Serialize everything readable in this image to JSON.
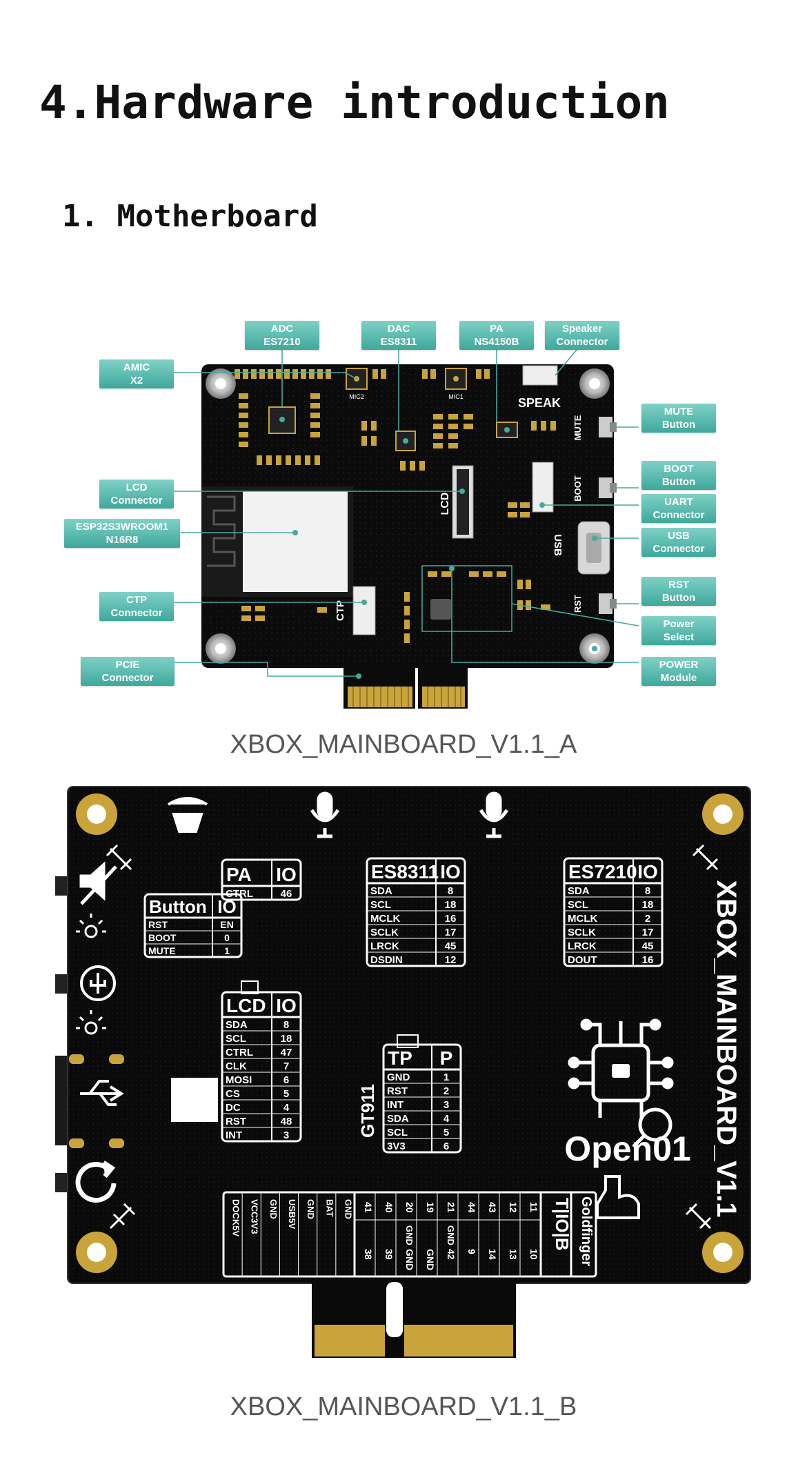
{
  "heading": "4.Hardware introduction",
  "subheading": "1. Motherboard",
  "board_a": {
    "caption": "XBOX_MAINBOARD_V1.1_A",
    "labels": [
      {
        "l1": "ADC",
        "l2": "ES7210"
      },
      {
        "l1": "DAC",
        "l2": "ES8311"
      },
      {
        "l1": "PA",
        "l2": "NS4150B"
      },
      {
        "l1": "Speaker",
        "l2": "Connector"
      },
      {
        "l1": "AMIC",
        "l2": "X2"
      },
      {
        "l1": "MUTE",
        "l2": "Button"
      },
      {
        "l1": "BOOT",
        "l2": "Button"
      },
      {
        "l1": "LCD",
        "l2": "Connector"
      },
      {
        "l1": "UART",
        "l2": "Connector"
      },
      {
        "l1": "ESP32S3WROOM1",
        "l2": "N16R8"
      },
      {
        "l1": "USB",
        "l2": "Connector"
      },
      {
        "l1": "CTP",
        "l2": "Connector"
      },
      {
        "l1": "RST",
        "l2": "Button"
      },
      {
        "l1": "Power",
        "l2": "Select"
      },
      {
        "l1": "PCIE",
        "l2": "Connector"
      },
      {
        "l1": "POWER",
        "l2": "Module"
      }
    ],
    "silk": {
      "mic2": "MIC2",
      "mic1": "MIC1",
      "speak": "SPEAK",
      "mute": "MUTE",
      "boot": "BOOT",
      "lcd": "LCD",
      "usb": "USB",
      "rst": "RST",
      "ctp": "CTP"
    }
  },
  "board_b": {
    "caption": "XBOX_MAINBOARD_V1.1_B",
    "title": "XBOX_MAINBOARD_V1.1",
    "brand": "Open01",
    "gt": "GT911",
    "pa": {
      "h1": "PA",
      "h2": "IO",
      "rows": [
        [
          "CTRL",
          "46"
        ]
      ]
    },
    "es8311": {
      "h1": "ES8311",
      "h2": "IO",
      "rows": [
        [
          "SDA",
          "8"
        ],
        [
          "SCL",
          "18"
        ],
        [
          "MCLK",
          "16"
        ],
        [
          "SCLK",
          "17"
        ],
        [
          "LRCK",
          "45"
        ],
        [
          "DSDIN",
          "12"
        ]
      ]
    },
    "es7210": {
      "h1": "ES7210",
      "h2": "IO",
      "rows": [
        [
          "SDA",
          "8"
        ],
        [
          "SCL",
          "18"
        ],
        [
          "MCLK",
          "2"
        ],
        [
          "SCLK",
          "17"
        ],
        [
          "LRCK",
          "45"
        ],
        [
          "DOUT",
          "16"
        ]
      ]
    },
    "button": {
      "h1": "Button",
      "h2": "IO",
      "rows": [
        [
          "RST",
          "EN"
        ],
        [
          "BOOT",
          "0"
        ],
        [
          "MUTE",
          "1"
        ]
      ]
    },
    "lcd": {
      "h1": "LCD",
      "h2": "IO",
      "rows": [
        [
          "SDA",
          "8"
        ],
        [
          "SCL",
          "18"
        ],
        [
          "CTRL",
          "47"
        ],
        [
          "CLK",
          "7"
        ],
        [
          "MOSI",
          "6"
        ],
        [
          "CS",
          "5"
        ],
        [
          "DC",
          "4"
        ],
        [
          "RST",
          "48"
        ],
        [
          "INT",
          "3"
        ]
      ]
    },
    "tp": {
      "h1": "TP",
      "h2": "P",
      "rows": [
        [
          "GND",
          "1"
        ],
        [
          "RST",
          "2"
        ],
        [
          "INT",
          "3"
        ],
        [
          "SDA",
          "4"
        ],
        [
          "SCL",
          "5"
        ],
        [
          "3V3",
          "6"
        ]
      ]
    },
    "gold": {
      "right_header": [
        "T",
        "IO",
        "B"
      ],
      "side_label": "Goldfinger",
      "left_pins": [
        "DOCK5V",
        "VCC3V3",
        "GND",
        "USB5V",
        "GND",
        "BAT",
        "GND"
      ],
      "top_row": [
        "41",
        "40",
        "20",
        "19",
        "21",
        "44",
        "43",
        "12",
        "11"
      ],
      "bottom_row": [
        "38",
        "39",
        "GND",
        "GND",
        "42",
        "9",
        "14",
        "13",
        "10"
      ],
      "mid_row": [
        "",
        "",
        "GND",
        "",
        "GND",
        "",
        "",
        "",
        ""
      ]
    }
  },
  "colors": {
    "teal": "#45ab9e",
    "board": "#0c0c0c",
    "gold": "#c9a43a",
    "caption": "#555555"
  }
}
